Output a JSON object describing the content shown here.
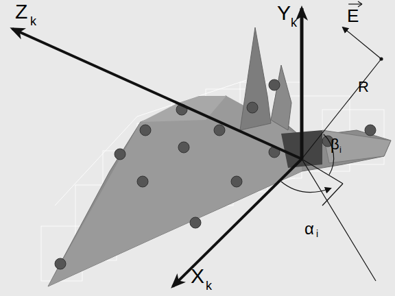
{
  "diagram": {
    "labels": [
      "Z",
      "k",
      "Y",
      "k",
      "E",
      "R",
      "β",
      "i",
      "X",
      "k",
      "α",
      "i"
    ]
  }
}
